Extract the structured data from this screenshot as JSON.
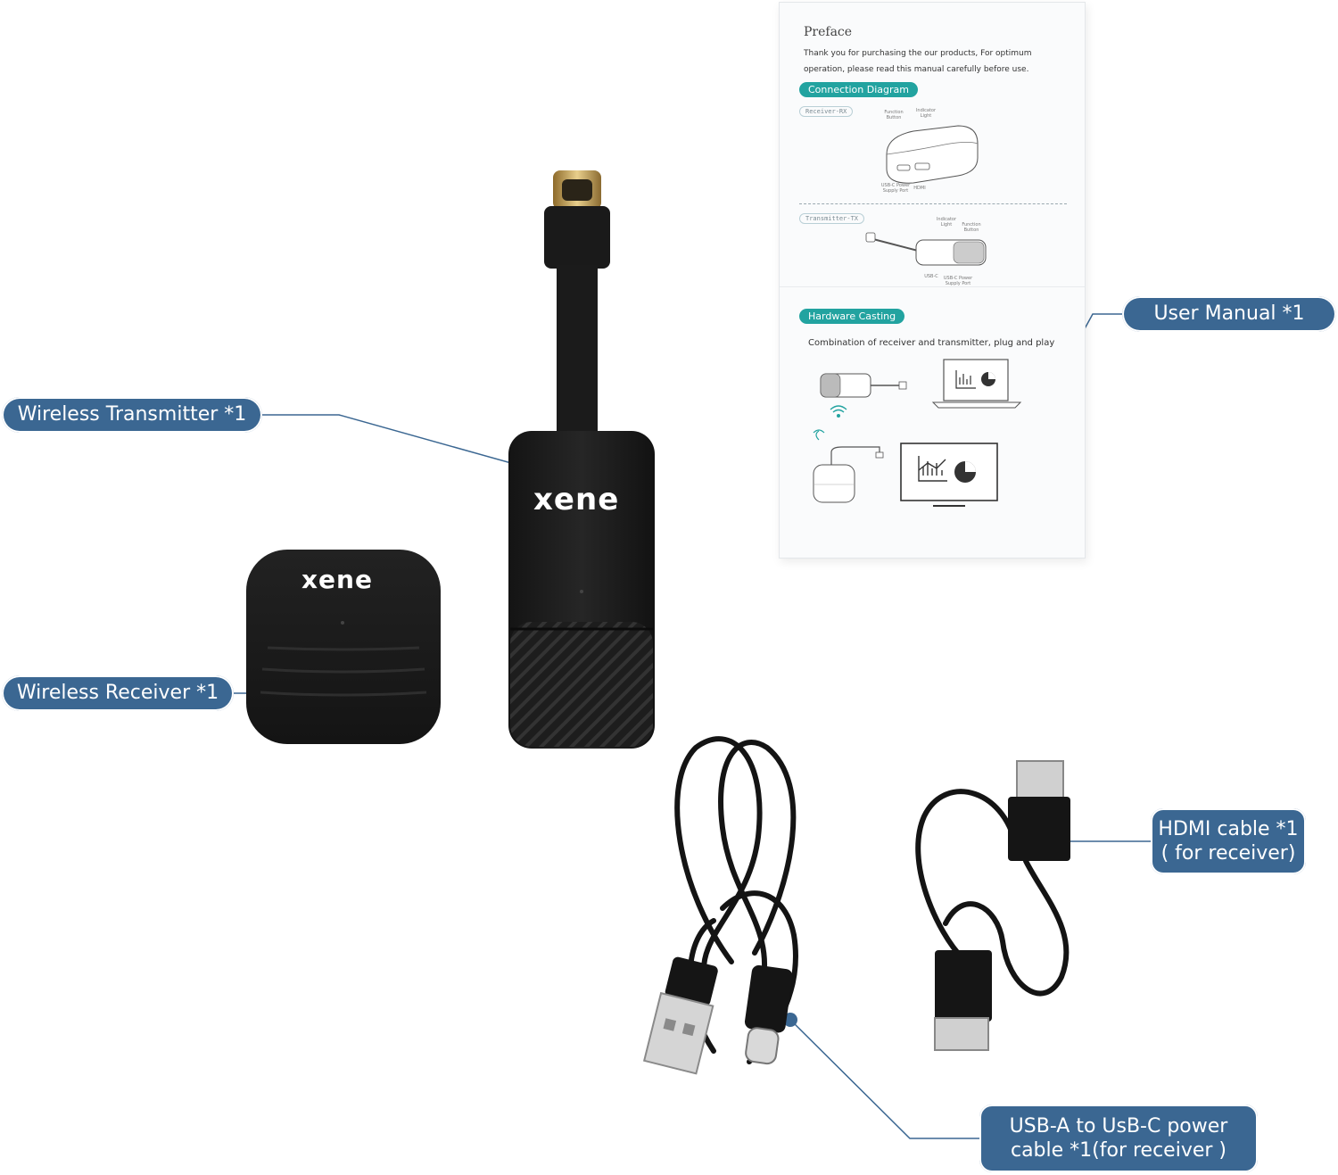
{
  "labels": {
    "transmitter": "Wireless Transmitter *1",
    "receiver": "Wireless Receiver *1",
    "manual": "User Manual *1",
    "hdmi_line1": "HDMI cable *1",
    "hdmi_line2": "( for receiver)",
    "usb_line1": "USB-A to UsB-C power",
    "usb_line2": "cable *1(for receiver )"
  },
  "brand": {
    "logo_text": "xene"
  },
  "manual": {
    "title": "Preface",
    "intro": "Thank you for purchasing the our  products, For optimum operation, please read this manual carefully before use.",
    "section1": "Connection Diagram",
    "receiver_tag": "Receiver-RX",
    "rx_function_button": "Function Button",
    "rx_indicator_light": "Indicator Light",
    "rx_usbc_port": "USB-C Power Supply Port",
    "rx_hdmi": "HDMI",
    "transmitter_tag": "Transmitter-TX",
    "tx_indicator_light": "Indicator Light",
    "tx_function_button": "Function Button",
    "tx_usbc": "USB-C",
    "tx_usbc_power": "USB-C Power Supply Port",
    "section2": "Hardware Casting",
    "casting_text": "Combination of receiver and transmitter, plug and play"
  },
  "colors": {
    "label_bg": "#3b6792",
    "teal_pill": "#22a3a0",
    "device_black": "#1c1c1c"
  },
  "icons": [
    "wifi-icon",
    "laptop-icon",
    "tv-icon",
    "chart-icon",
    "pie-icon"
  ]
}
